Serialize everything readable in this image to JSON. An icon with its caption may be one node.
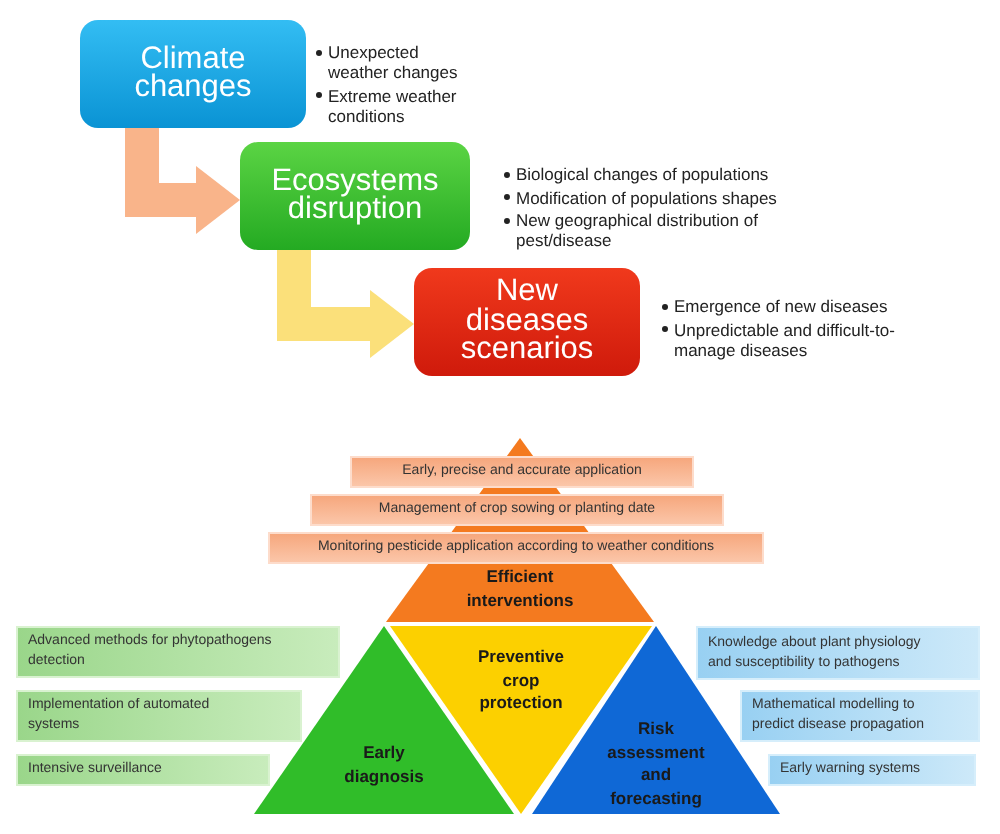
{
  "diagram": {
    "nodes": [
      {
        "text": [
          "Climate changes"
        ],
        "beside": [
          "Unexpected weather changes",
          "Extreme weather conditions"
        ]
      },
      {
        "text": [
          "Ecosystems disruption"
        ],
        "beside": [
          "Biological changes of populations",
          "Modification of populations shapes",
          "New geographical distribution of pest/disease"
        ]
      },
      {
        "text": [
          "New diseases scenarios"
        ],
        "beside": [
          "Emergence of new diseases",
          "Unpredictable and difficult-to-manage diseases"
        ]
      },
      {
        "text": [
          "Early, precise and accurate application"
        ]
      },
      {
        "text": [
          "Management of crop sowing or planting date"
        ]
      },
      {
        "text": [
          "Monitoring pesticide application according to weather conditions"
        ]
      },
      {
        "text": [
          "Efficient interventions"
        ]
      },
      {
        "text": [
          "Advanced methods for phytopathogens detection"
        ]
      },
      {
        "text": [
          "Implementation of automated systems"
        ]
      },
      {
        "text": [
          "Intensive surveillance"
        ]
      },
      {
        "text": [
          "Preventive crop protection"
        ]
      },
      {
        "text": [
          "Early diagnosis"
        ]
      },
      {
        "text": [
          "Risk assessment and forecasting"
        ]
      },
      {
        "text": [
          "Knowledge about plant physiology and susceptibility to pathogens"
        ]
      },
      {
        "text": [
          "Mathematical modelling to predict disease propagation"
        ]
      },
      {
        "text": [
          "Early warning systems"
        ]
      }
    ],
    "edges": [
      {
        "from": 0,
        "to": 1,
        "arrow": "to",
        "color": "#f9b48a"
      },
      {
        "from": 1,
        "to": 2,
        "arrow": "to",
        "color": "#fbe07a"
      }
    ]
  }
}
